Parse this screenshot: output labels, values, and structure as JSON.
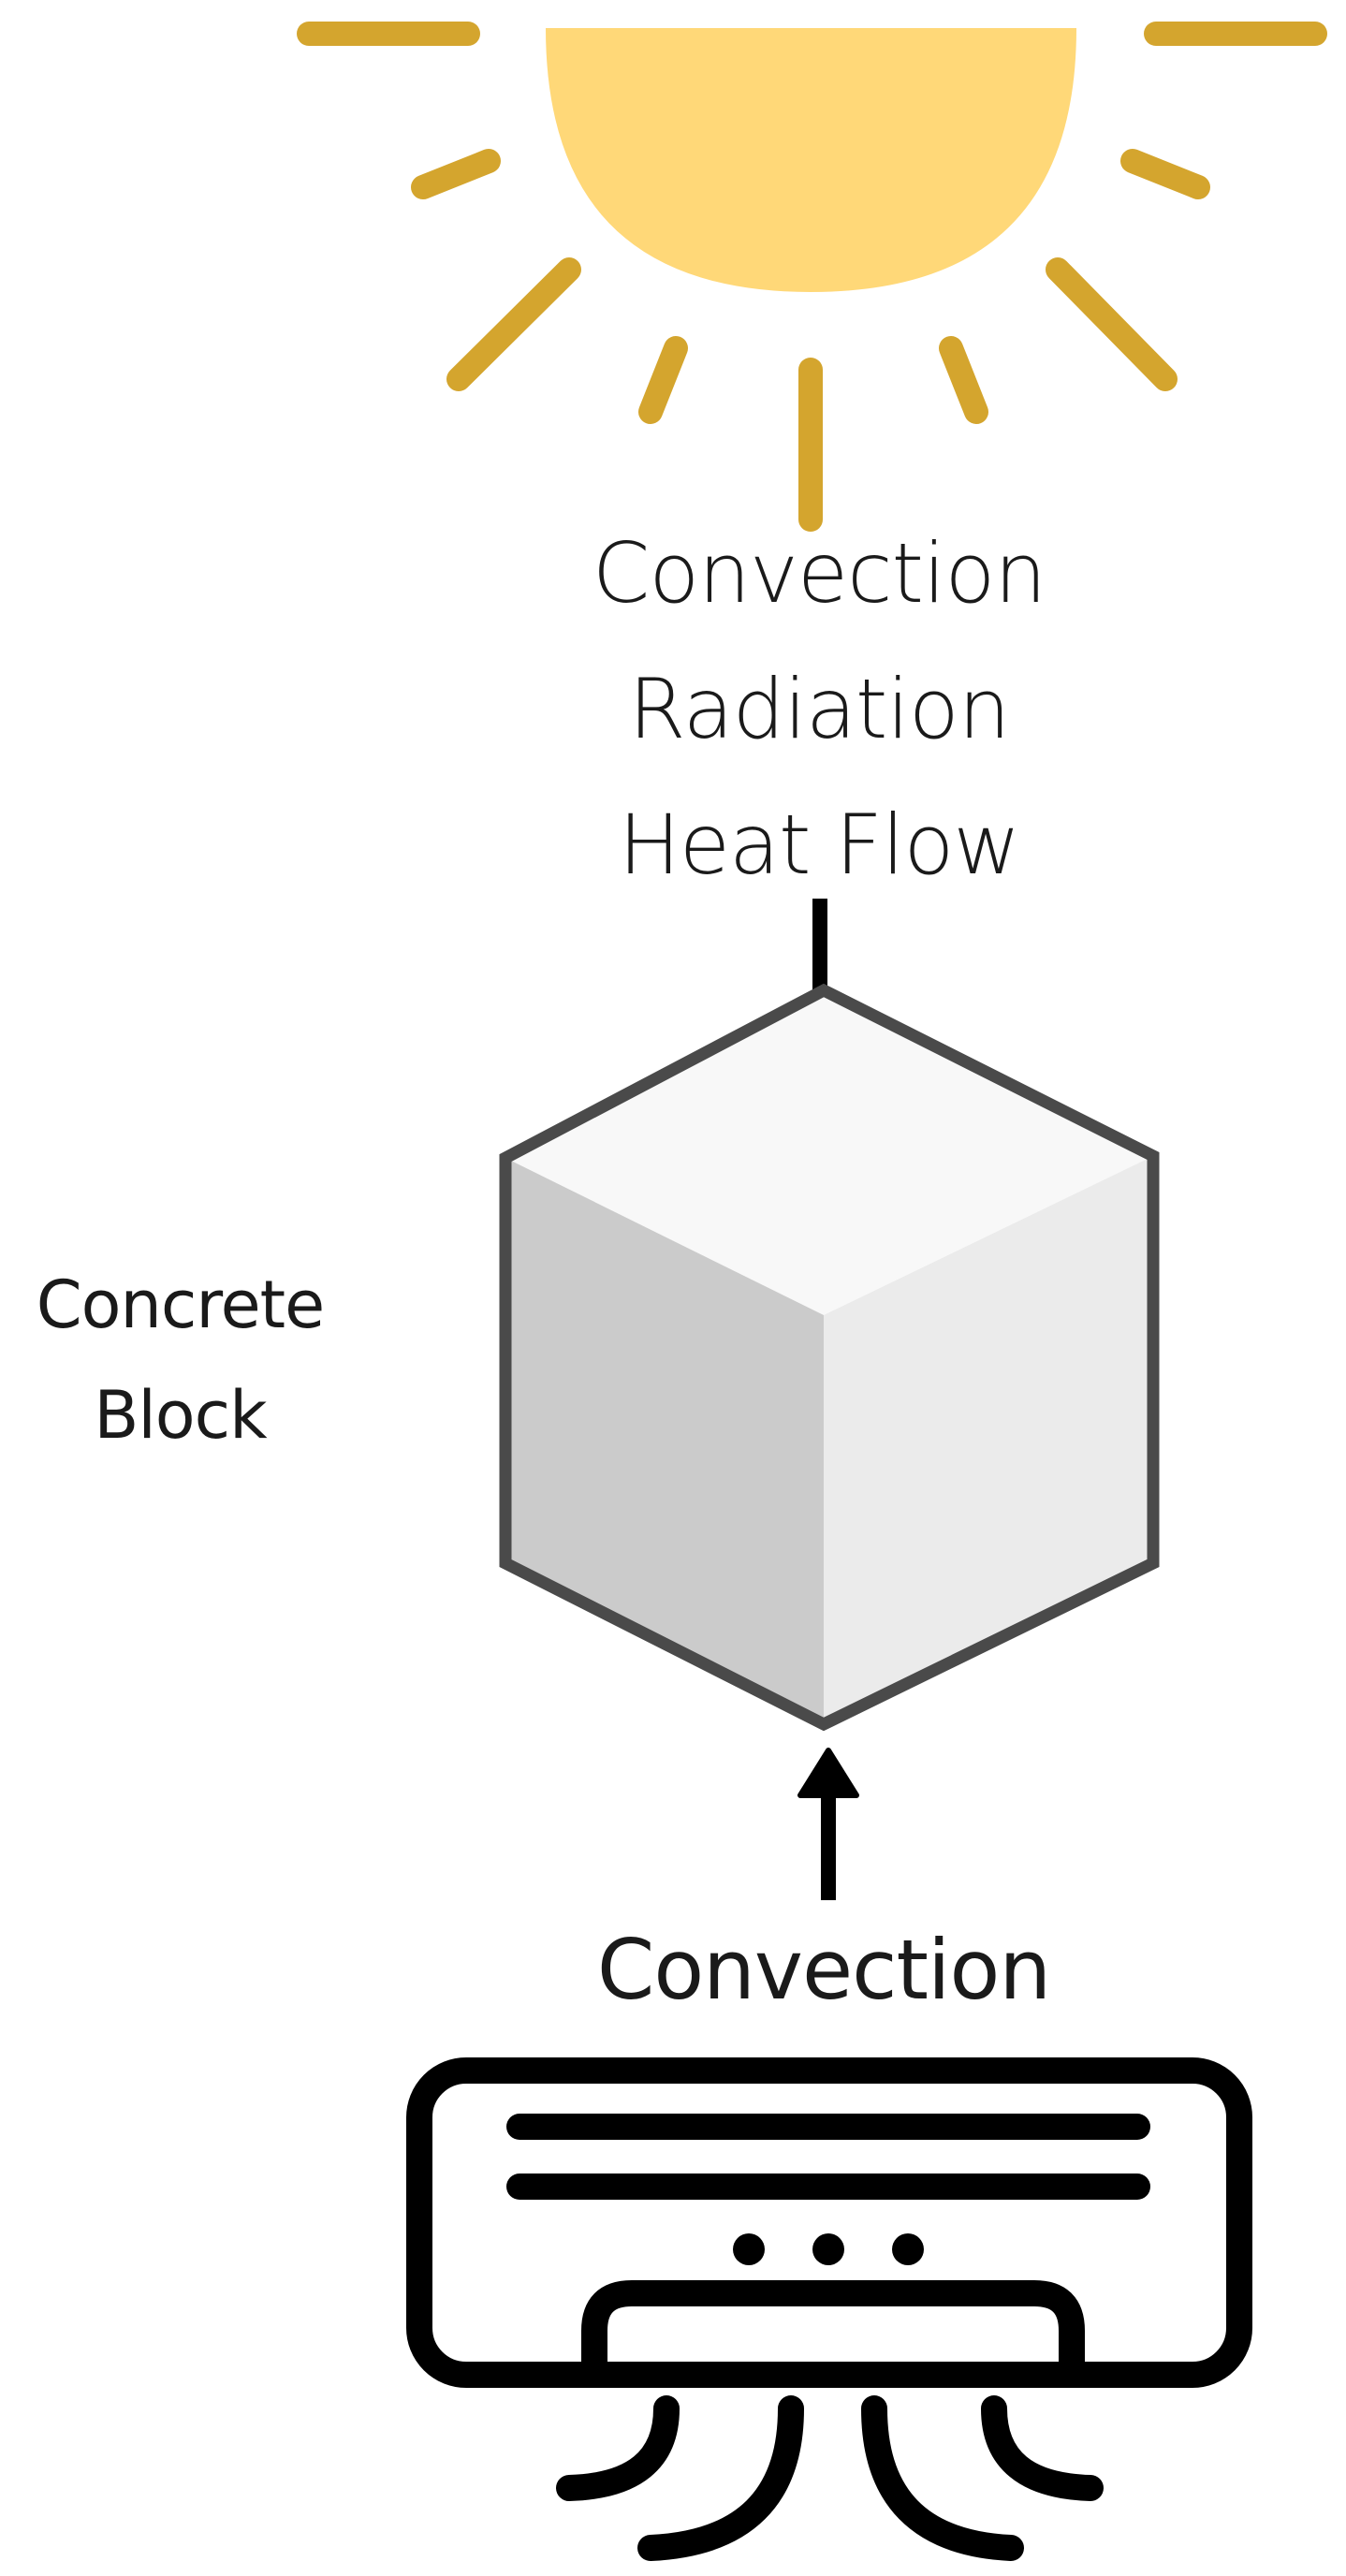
{
  "top_labels": {
    "line1": "Convection",
    "line2": "Radiation",
    "line3": "Heat Flow"
  },
  "side_label": {
    "line1": "Concrete",
    "line2": "Block"
  },
  "bottom_label": "Convection",
  "colors": {
    "sun_fill": "#FFD878",
    "sun_rays": "#D4A52E",
    "cube_top": "#F8F8F8",
    "cube_left": "#CBCBCB",
    "cube_right": "#EBEBEB",
    "cube_outline": "#4A4A4A",
    "arrow": "#000000",
    "ac_unit": "#000000"
  },
  "icons": {
    "sun": "sun-icon",
    "block": "concrete-block-icon",
    "ac": "air-conditioner-icon"
  }
}
